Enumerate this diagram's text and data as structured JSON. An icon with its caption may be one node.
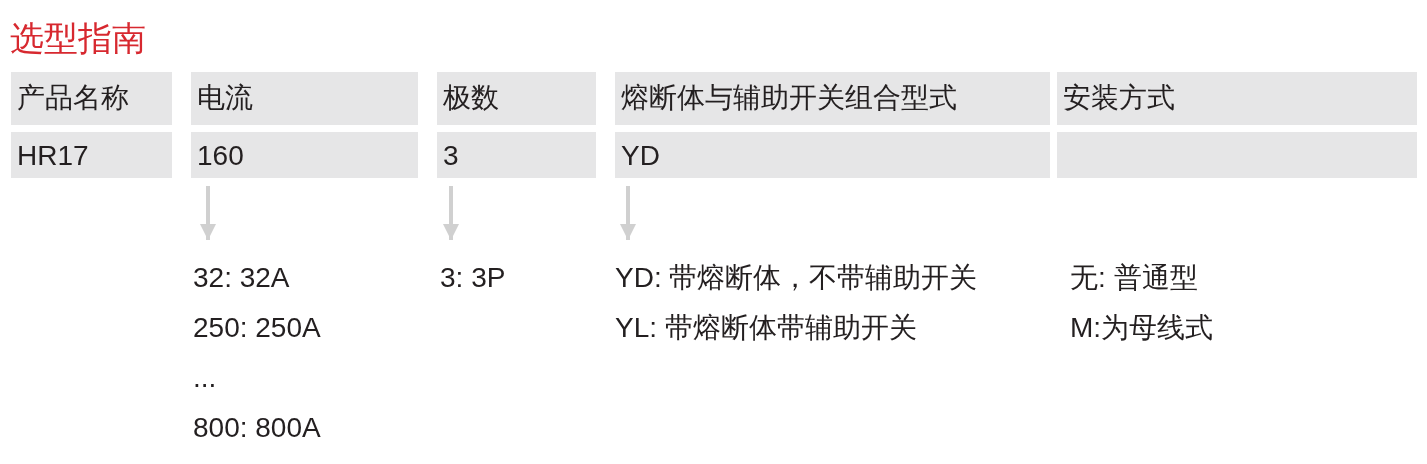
{
  "diagram": {
    "title": "选型指南",
    "nodes": [
      {
        "text": [
          "产品名称"
        ]
      },
      {
        "text": [
          "电流"
        ]
      },
      {
        "text": [
          "极数"
        ]
      },
      {
        "text": [
          "熔断体与辅助开关组合型式"
        ]
      },
      {
        "text": [
          "安装方式"
        ]
      },
      {
        "text": [
          "HR17"
        ]
      },
      {
        "text": [
          "160"
        ]
      },
      {
        "text": [
          "3"
        ]
      },
      {
        "text": [
          "YD"
        ]
      },
      {
        "text": [],
        "shape": "box"
      },
      {
        "text": [
          "32: 32A",
          "250: 250A",
          "...",
          "800: 800A"
        ]
      },
      {
        "text": [
          "3: 3P"
        ]
      },
      {
        "text": [
          "YD: 带熔断体，不带辅助开关",
          "YL: 带熔断体带辅助开关"
        ]
      }
    ],
    "edges": [
      {
        "from": 6,
        "to": 10,
        "arrow": "to"
      },
      {
        "from": 7,
        "to": 11,
        "arrow": "to"
      },
      {
        "from": 8,
        "to": 12,
        "arrow": "to"
      }
    ],
    "labels": [
      "无: 普通型",
      "M:为母线式"
    ]
  }
}
